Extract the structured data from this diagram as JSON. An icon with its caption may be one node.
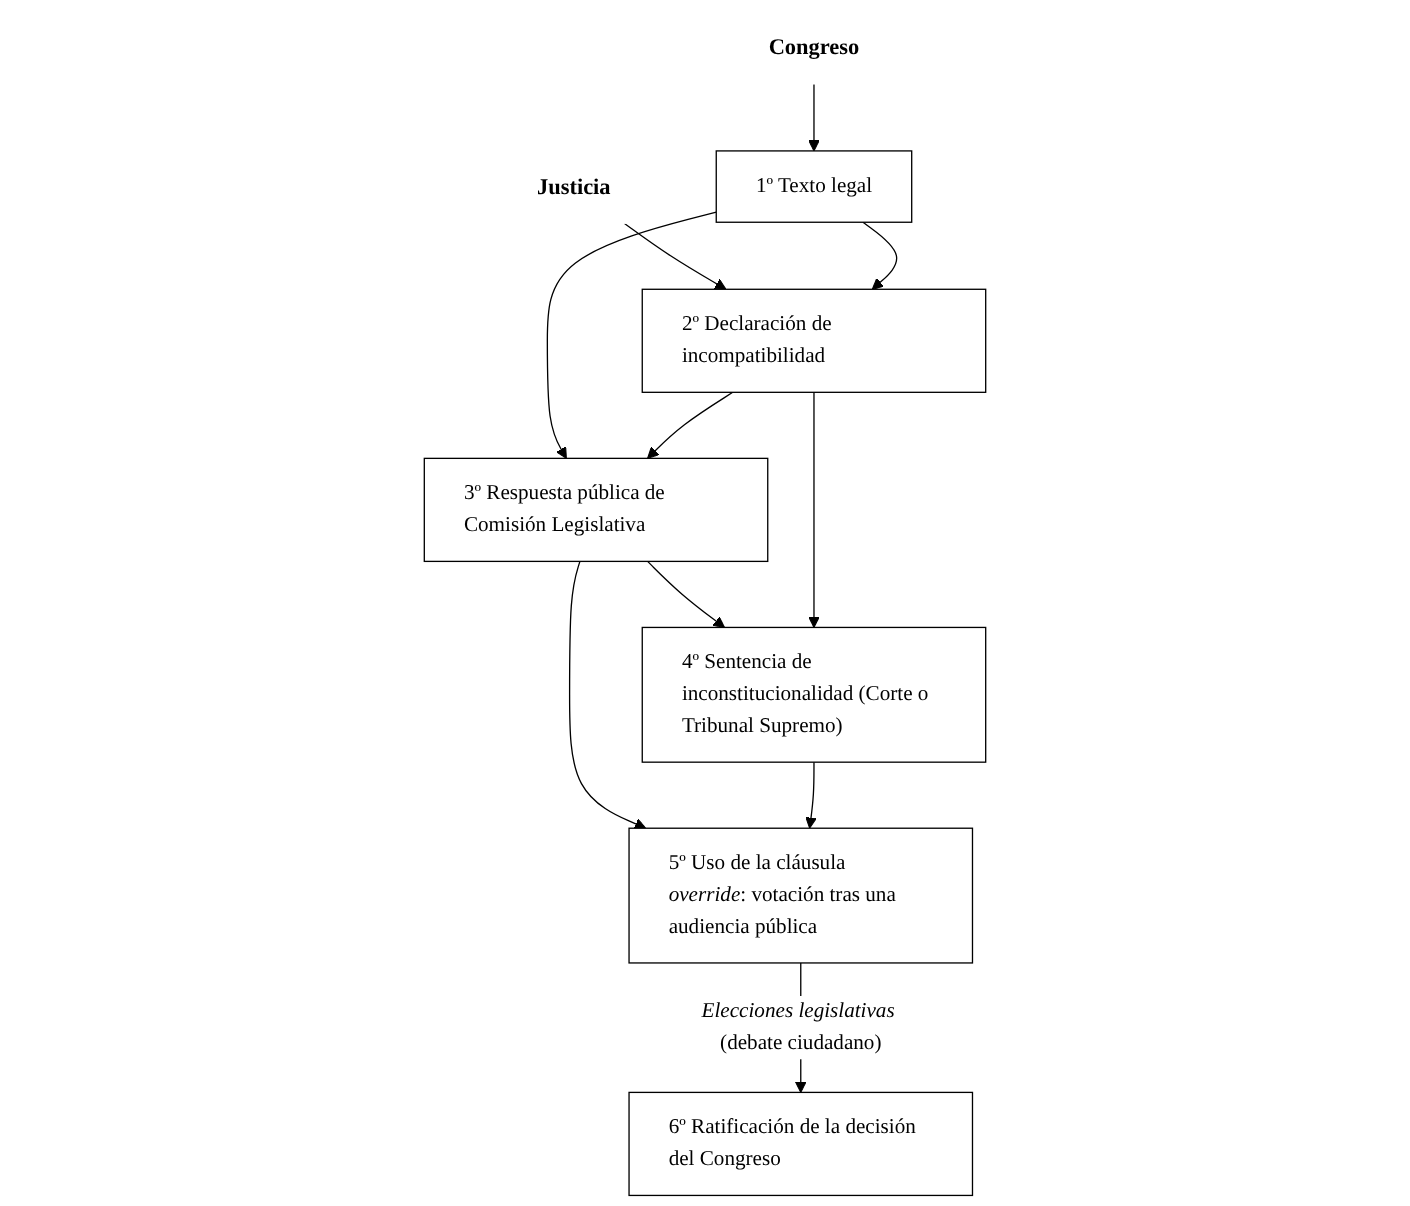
{
  "diagram": {
    "nodes": [
      {
        "text": [
          "Congreso"
        ]
      },
      {
        "text": [
          "Justicia"
        ]
      },
      {
        "text": [
          "1º Texto legal"
        ]
      },
      {
        "text": [
          "2º Declaración de incompatibilidad"
        ]
      },
      {
        "text": [
          "3º Respuesta pública de Comisión Legislativa"
        ]
      },
      {
        "text": [
          "4º Sentencia de inconstitucionalidad (Corte o Tribunal Supremo)"
        ]
      },
      {
        "text": [
          "5º Uso de la cláusula *override*: votación tras una audiencia pública"
        ]
      },
      {
        "text": [
          "6º Ratificación de la decisión del Congreso"
        ]
      }
    ],
    "edges": [
      {
        "from": 0,
        "to": 2,
        "arrow": "to"
      },
      {
        "from": 1,
        "to": 3,
        "arrow": "to"
      },
      {
        "from": 2,
        "to": 3,
        "arrow": "to"
      },
      {
        "from": 2,
        "to": 4,
        "arrow": "to"
      },
      {
        "from": 3,
        "to": 4,
        "arrow": "to"
      },
      {
        "from": 4,
        "to": 6,
        "arrow": "to"
      },
      {
        "from": 4,
        "to": 5,
        "arrow": "to"
      },
      {
        "from": 3,
        "to": 5,
        "arrow": "to"
      },
      {
        "from": 5,
        "to": 6,
        "arrow": "to"
      },
      {
        "from": 6,
        "to": 7,
        "arrow": "to",
        "label": "*Elecciones legislativas* (debate ciudadano)"
      }
    ]
  }
}
